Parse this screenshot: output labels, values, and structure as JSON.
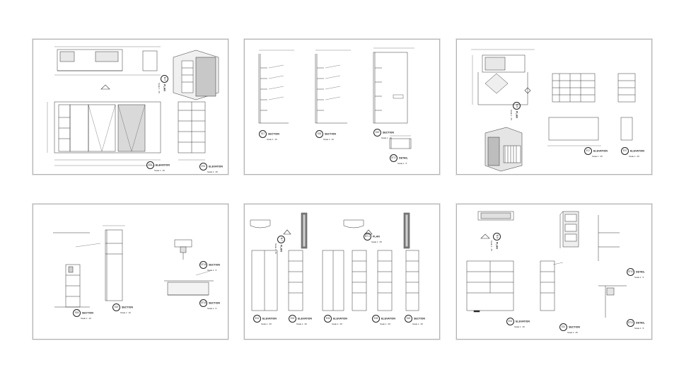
{
  "sheets": [
    {
      "labels": [
        {
          "num": "B-5",
          "name": "PLAN",
          "scale": "Scale 1 : 25"
        },
        {
          "num": "E01",
          "name": "ELEVATION",
          "scale": "Scale 1 : 25"
        },
        {
          "num": "E01",
          "name": "ELEVATION",
          "scale": "Scale 1 : 25"
        }
      ]
    },
    {
      "labels": [
        {
          "num": "S17",
          "name": "SECTION",
          "scale": "Scale 1 : 10"
        },
        {
          "num": "S18",
          "name": "SECTION",
          "scale": "Scale 1 : 10"
        },
        {
          "num": "S19",
          "name": "SECTION",
          "scale": "Scale 1 : 10"
        },
        {
          "num": "DT17",
          "name": "DETAIL",
          "scale": "Scale 1 : 5"
        }
      ]
    },
    {
      "labels": [
        {
          "num": "B-6",
          "name": "PLAN",
          "scale": "Scale 1 : 25"
        },
        {
          "num": "E17",
          "name": "ELEVATION",
          "scale": "Scale 1 : 25"
        },
        {
          "num": "E07",
          "name": "ELEVATION",
          "scale": "Scale 1 : 25"
        }
      ]
    },
    {
      "labels": [
        {
          "num": "S18",
          "name": "SECTION",
          "scale": "Scale 1 : 10"
        },
        {
          "num": "S19",
          "name": "SECTION",
          "scale": "Scale 1 : 10"
        },
        {
          "num": "DT18",
          "name": "SECTION",
          "scale": "Scale 1 : 5"
        },
        {
          "num": "DT18",
          "name": "SECTION",
          "scale": "Scale 1 : 5"
        }
      ]
    },
    {
      "labels": [
        {
          "num": "B-7",
          "name": "PLAN",
          "scale": "Scale 1 : 25"
        },
        {
          "num": "B7-1",
          "name": "PLAN",
          "scale": "Scale 1 : 25"
        },
        {
          "num": "E01",
          "name": "ELEVATION",
          "scale": "Scale 1 : 25"
        },
        {
          "num": "E02",
          "name": "ELEVATION",
          "scale": "Scale 1 : 25"
        },
        {
          "num": "E03",
          "name": "ELEVATION",
          "scale": "Scale 1 : 25"
        },
        {
          "num": "E03",
          "name": "ELEVATION",
          "scale": "Scale 1 : 25"
        },
        {
          "num": "S20",
          "name": "SECTION",
          "scale": "Scale 1 : 25"
        }
      ]
    },
    {
      "labels": [
        {
          "num": "B-8",
          "name": "PLAN",
          "scale": "Scale 1 : 25"
        },
        {
          "num": "E01",
          "name": "ELEVATION",
          "scale": "Scale 1 : 25"
        },
        {
          "num": "S21",
          "name": "SECTION",
          "scale": "Scale 1 : 25"
        },
        {
          "num": "DT10",
          "name": "DETAIL",
          "scale": "Scale 1 : 5"
        },
        {
          "num": "DT11",
          "name": "DETAIL",
          "scale": "Scale 1 : 5"
        }
      ]
    }
  ]
}
